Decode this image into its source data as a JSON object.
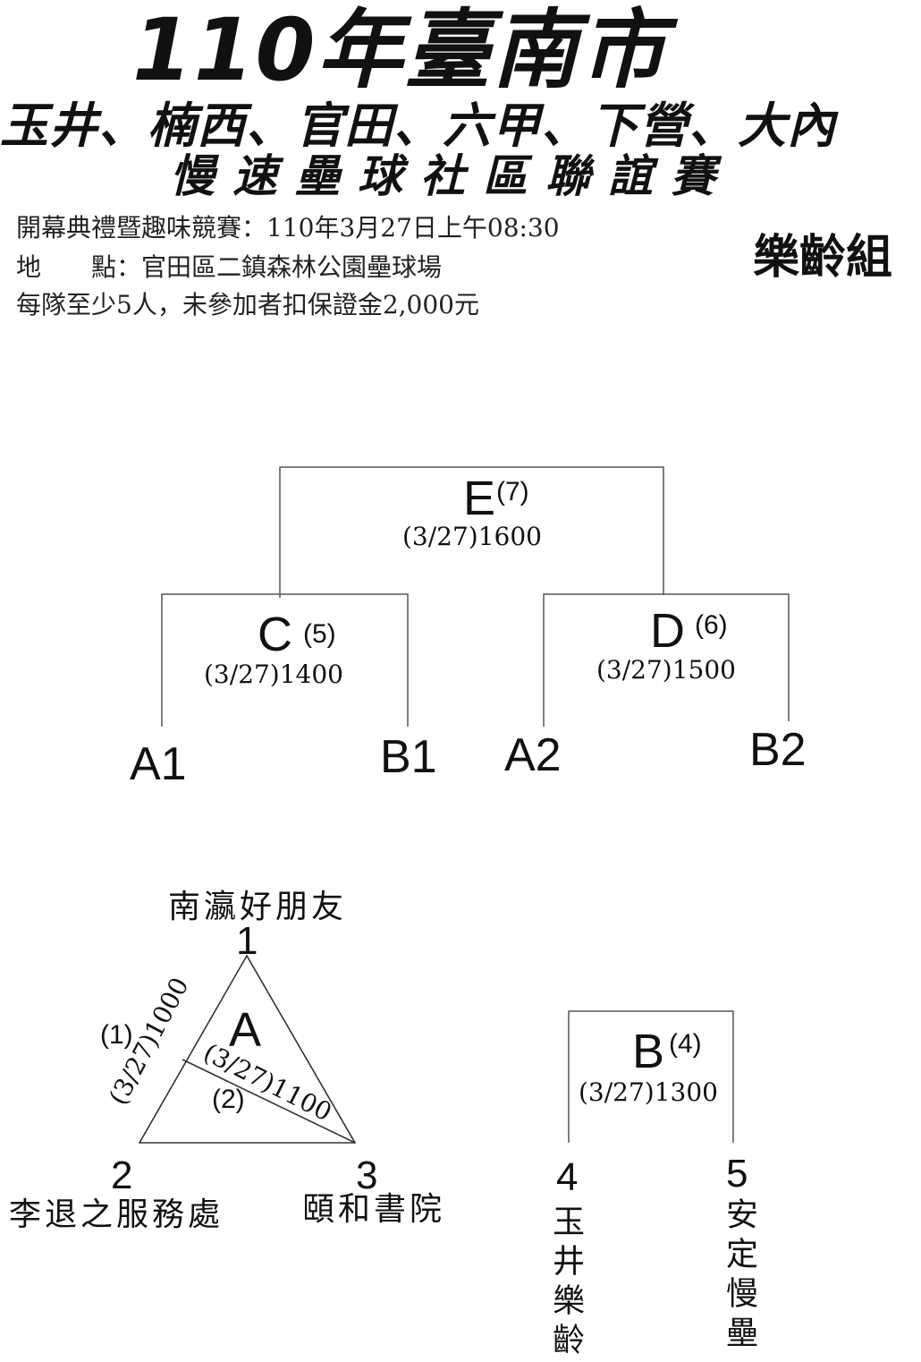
{
  "header": {
    "title": "110年臺南市",
    "subtitle": "玉井、楠西、官田、六甲、下營、大內",
    "subtitle2": "慢速壘球社區聯誼賽",
    "info_ceremony": "開幕典禮暨趣味競賽：110年3月27日上午08:30",
    "info_location": "地　　點：官田區二鎮森林公園壘球場",
    "info_rule": "每隊至少5人，未參加者扣保證金2,000元",
    "group": "樂齡組"
  },
  "bracket": {
    "E": {
      "label": "E",
      "game": "(7)",
      "time": "(3/27)1600"
    },
    "C": {
      "label": "C",
      "game": "(5)",
      "time": "(3/27)1400"
    },
    "D": {
      "label": "D",
      "game": "(6)",
      "time": "(3/27)1500"
    },
    "B": {
      "label": "B",
      "game": "(4)",
      "time": "(3/27)1300"
    },
    "slots": [
      "A1",
      "B1",
      "A2",
      "B2"
    ]
  },
  "group_a": {
    "label": "A",
    "game1": "(1)",
    "time1": "(3/27)1000",
    "game2": "(2)",
    "time2": "(3/27)1100",
    "seed1": "1",
    "team1": "南瀛好朋友",
    "seed2": "2",
    "team2": "李退之服務處",
    "seed3": "3",
    "team3": "頤和書院"
  },
  "group_b": {
    "seed4": "4",
    "team4": "玉井樂齡",
    "seed5": "5",
    "team5": "安定慢壘"
  }
}
